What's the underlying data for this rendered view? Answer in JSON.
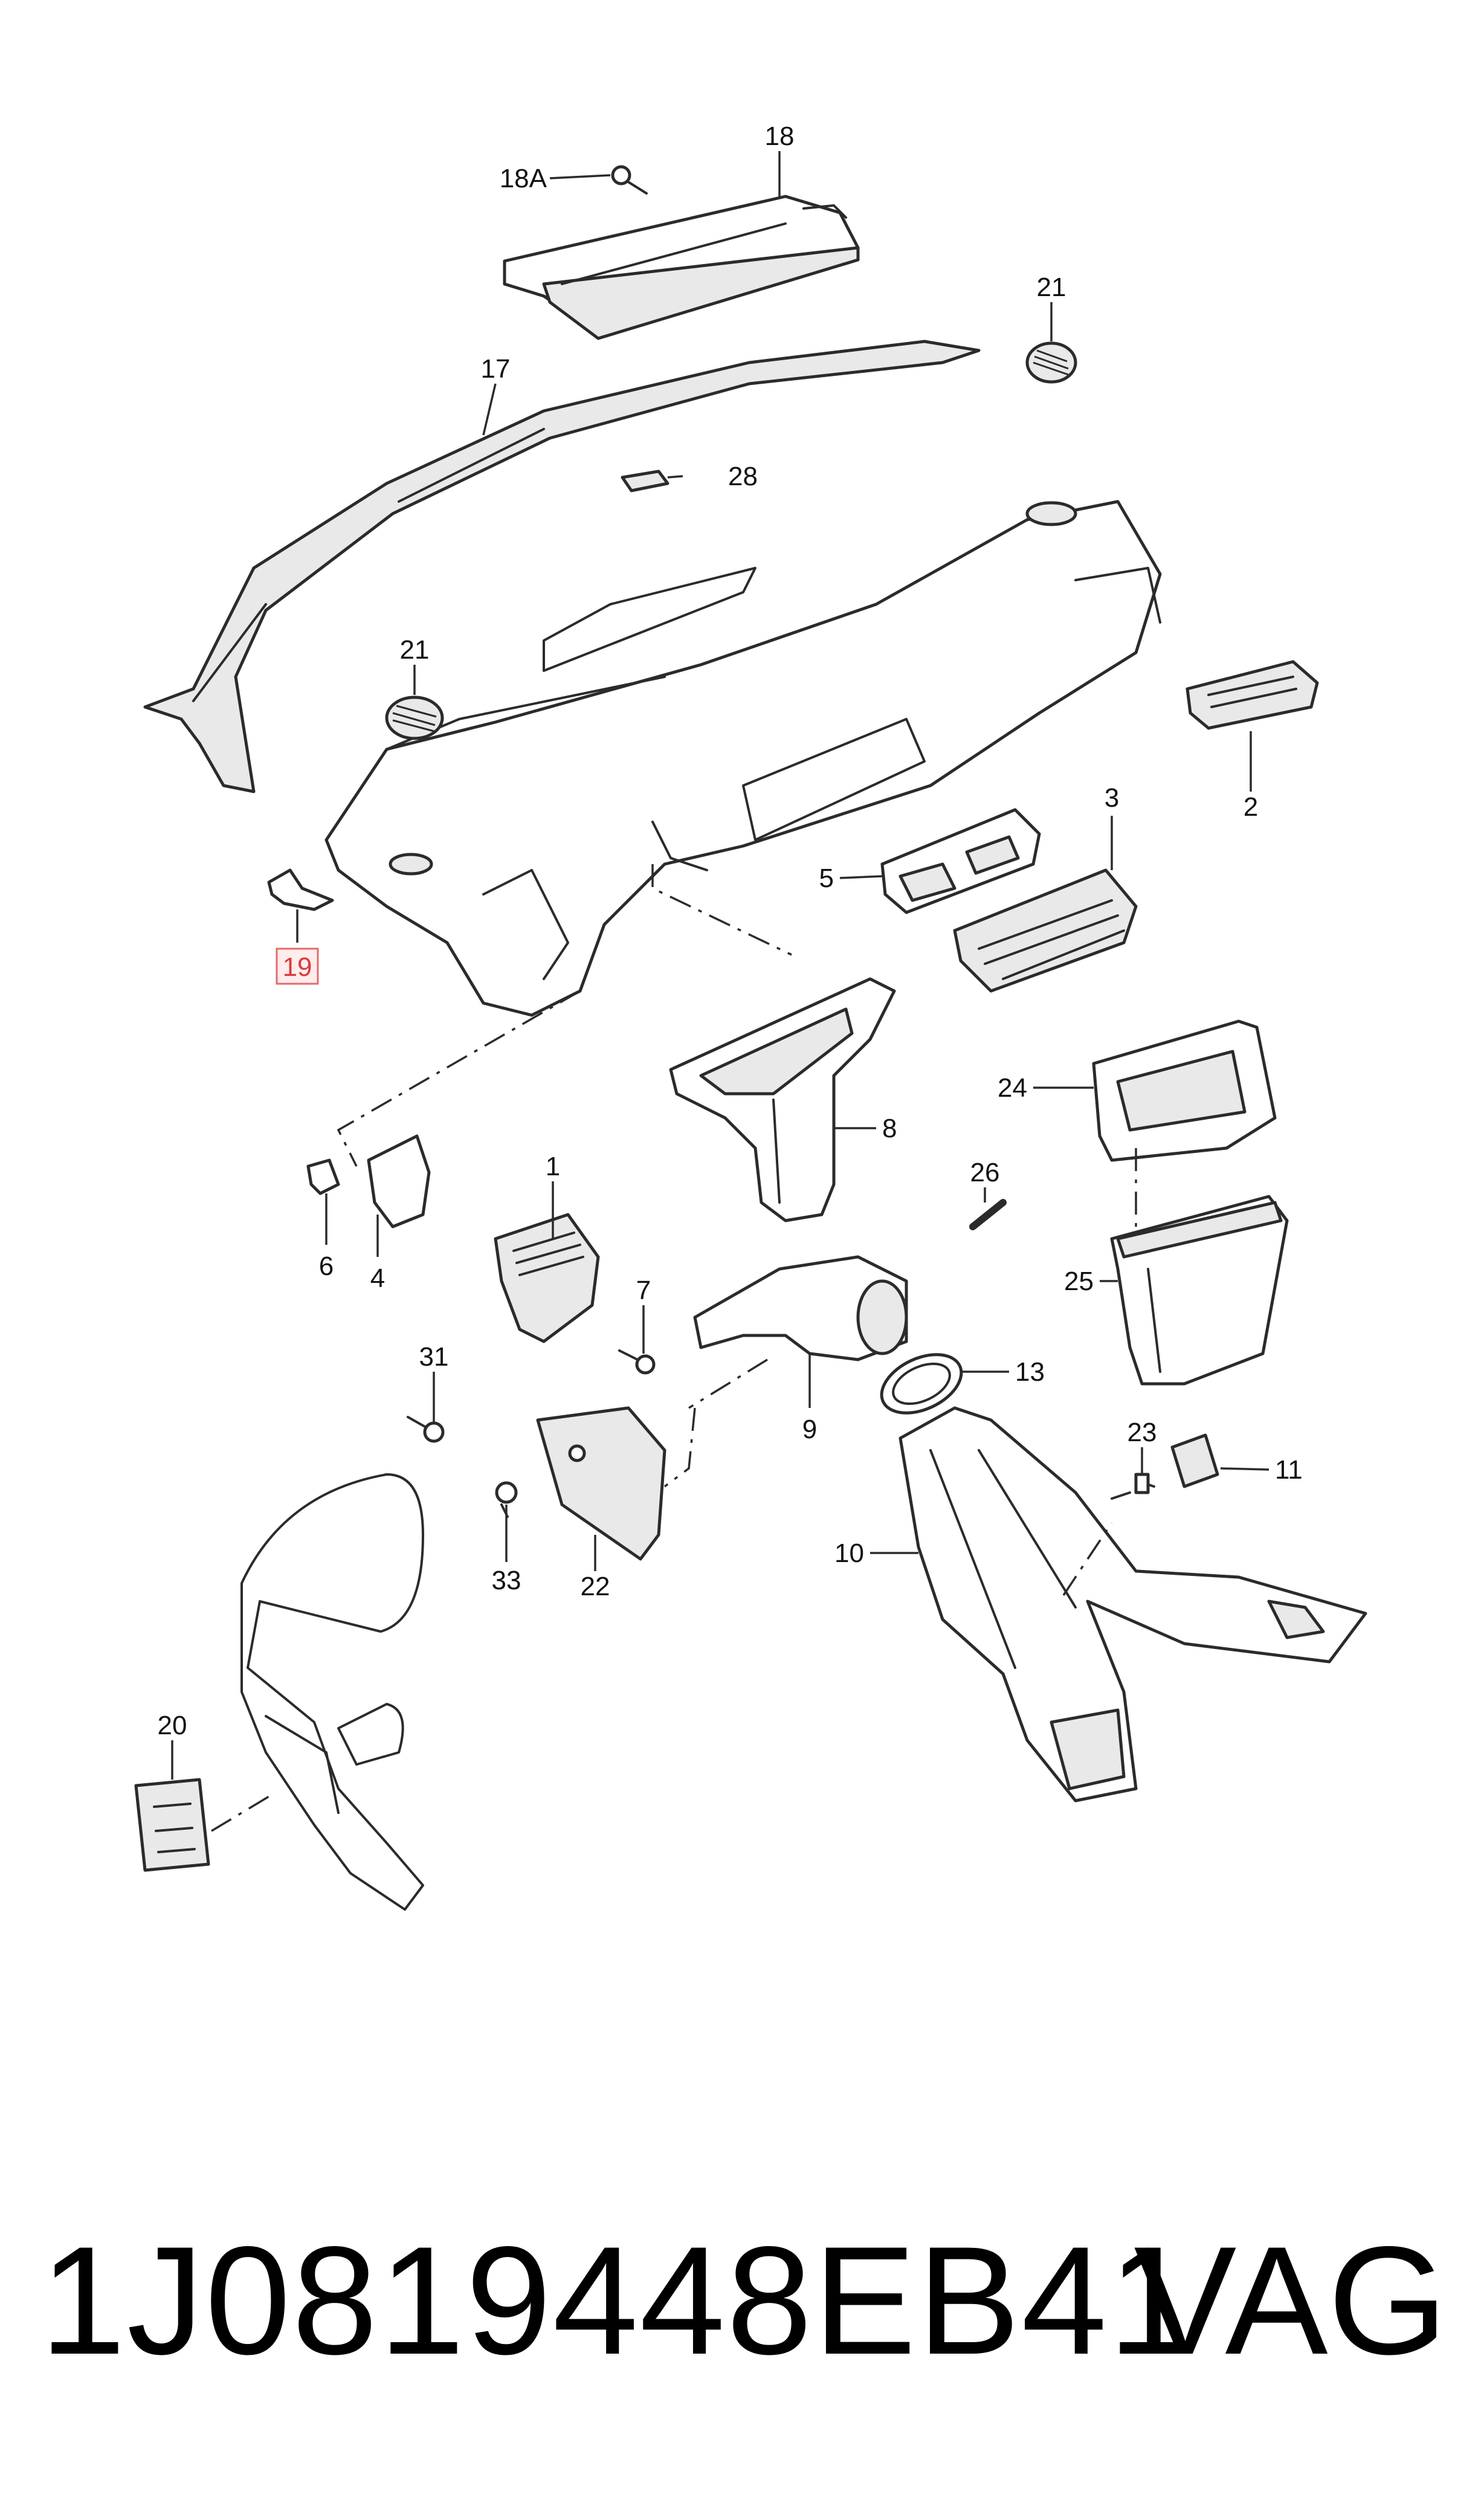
{
  "callouts": {
    "c18": "18",
    "c18a": "18A",
    "c21_top": "21",
    "c17": "17",
    "c28": "28",
    "c21_left": "21",
    "c2": "2",
    "c3": "3",
    "c5": "5",
    "c19": "19",
    "c8": "8",
    "c24": "24",
    "c26": "26",
    "c1": "1",
    "c6": "6",
    "c4": "4",
    "c7": "7",
    "c25": "25",
    "c31": "31",
    "c13": "13",
    "c9": "9",
    "c23": "23",
    "c11": "11",
    "c10": "10",
    "c33": "33",
    "c22": "22",
    "c20": "20"
  },
  "highlighted_callout": "19",
  "footer": {
    "part_number": "1J0819448EB41",
    "brand": "VAG"
  }
}
